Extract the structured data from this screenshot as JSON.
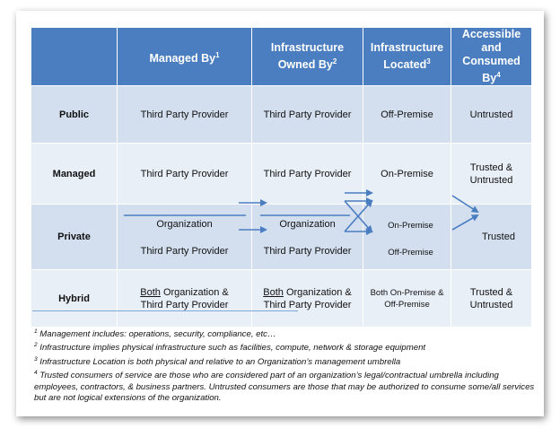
{
  "headers": {
    "col1": "",
    "managed_by": "Managed By",
    "managed_by_sup": "1",
    "owned_by": "Infrastructure Owned By",
    "owned_by_sup": "2",
    "located": "Infrastructure Located",
    "located_sup": "3",
    "consumed": "Accessible and Consumed By",
    "consumed_sup": "4"
  },
  "rows": {
    "public": {
      "label": "Public",
      "managed_by": "Third Party Provider",
      "owned_by": "Third Party Provider",
      "located": "Off-Premise",
      "consumed": "Untrusted"
    },
    "managed": {
      "label": "Managed",
      "managed_by": "Third Party Provider",
      "owned_by": "Third Party Provider",
      "located": "On-Premise",
      "consumed": "Trusted & Untrusted"
    },
    "private": {
      "label": "Private",
      "managed_by_a": "Organization",
      "managed_by_b": "Third Party Provider",
      "owned_by_a": "Organization",
      "owned_by_b": "Third Party Provider",
      "located_a": "On-Premise",
      "located_b": "Off-Premise",
      "consumed": "Trusted"
    },
    "hybrid": {
      "label": "Hybrid",
      "managed_by_u": "Both",
      "managed_by_rest": " Organization & Third Party Provider",
      "owned_by_u": "Both",
      "owned_by_rest": " Organization & Third Party Provider",
      "located": "Both On-Premise & Off-Premise",
      "consumed": "Trusted & Untrusted"
    }
  },
  "footnotes": [
    {
      "sup": "1",
      "text": " Management includes: operations, security, compliance, etc…"
    },
    {
      "sup": "2",
      "text": " Infrastructure implies physical infrastructure such as facilities, compute, network & storage equipment"
    },
    {
      "sup": "3",
      "text": " Infrastructure Location is both physical and relative to an Organization’s management umbrella"
    },
    {
      "sup": "4",
      "text": " Trusted consumers of service are those who are considered part of an organization’s legal/contractual umbrella including employees, contractors, & business partners.  Untrusted consumers are those that may be authorized to consume some/all services but are not logical extensions of the organization."
    }
  ],
  "colors": {
    "header_bg": "#4a7ec0",
    "row_light": "#d3dfef",
    "row_mid": "#e9eff7",
    "arrow": "#4a7ec0"
  }
}
